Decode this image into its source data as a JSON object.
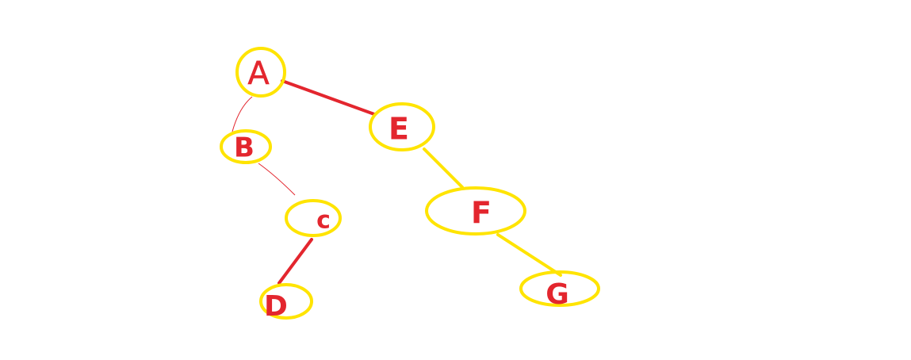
{
  "colors": {
    "node_outline": "#ffe400",
    "label": "#e3262e",
    "red_edge": "#e3262e",
    "yellow_edge": "#ffe400",
    "sketch_edge": "#e3262e",
    "background": "#ffffff"
  },
  "nodes": {
    "A": {
      "label": "A"
    },
    "B": {
      "label": "B"
    },
    "C": {
      "label": "c"
    },
    "D": {
      "label": "D"
    },
    "E": {
      "label": "E"
    },
    "F": {
      "label": "F"
    },
    "G": {
      "label": "G"
    }
  },
  "edges": [
    {
      "from": "A",
      "to": "E",
      "style": "red-thick"
    },
    {
      "from": "A",
      "to": "B",
      "style": "red-thin-sketch"
    },
    {
      "from": "B",
      "to": "C",
      "style": "red-thin-sketch"
    },
    {
      "from": "C",
      "to": "D",
      "style": "red-thick"
    },
    {
      "from": "E",
      "to": "F",
      "style": "yellow-thick"
    },
    {
      "from": "F",
      "to": "G",
      "style": "yellow-thick"
    }
  ]
}
